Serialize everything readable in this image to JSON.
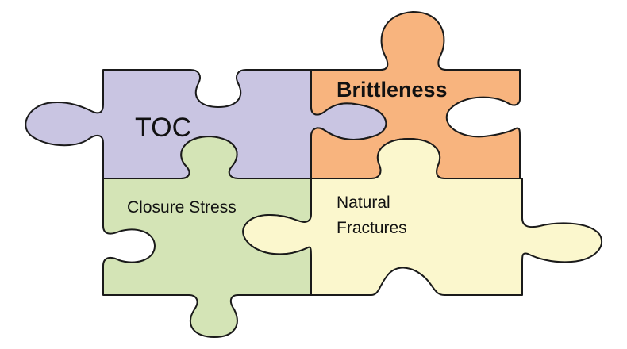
{
  "pieces": [
    {
      "id": "toc",
      "label": "TOC",
      "color": "#c9c5e2"
    },
    {
      "id": "brittleness",
      "label": "Brittleness",
      "color": "#f8b47e"
    },
    {
      "id": "closure",
      "label": "Closure Stress",
      "color": "#d4e4b6"
    },
    {
      "id": "fractures",
      "label_line1": "Natural",
      "label_line2": "Fractures",
      "color": "#fbf7cd"
    }
  ]
}
